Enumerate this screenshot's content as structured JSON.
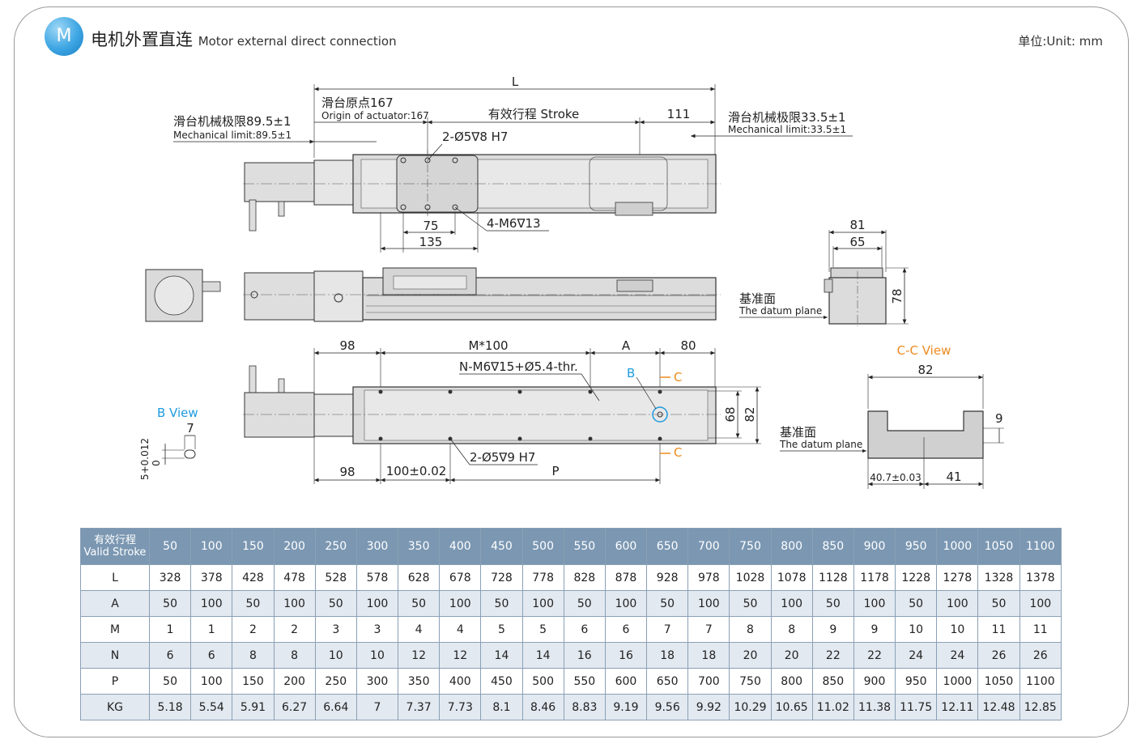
{
  "header": {
    "badge": "M",
    "title_cn": "电机外置直连",
    "title_en": "Motor external direct connection",
    "unit": "单位:Unit: mm"
  },
  "drawing": {
    "L": "L",
    "origin_cn": "滑台原点167",
    "origin_en": "Origin of actuator:167",
    "mech_left_cn": "滑台机械极限89.5±1",
    "mech_left_en": "Mechanical limit:89.5±1",
    "mech_right_cn": "滑台机械极限33.5±1",
    "mech_right_en": "Mechanical limit:33.5±1",
    "stroke": "有效行程 Stroke",
    "dim_111": "111",
    "pin_top": "2-Ø5∇8 H7",
    "dim_75": "75",
    "dim_135": "135",
    "m6_13": "4-M6∇13",
    "dim_81": "81",
    "dim_65": "65",
    "dim_78": "78",
    "datum_cn": "基准面",
    "datum_en": "The datum plane",
    "dim_98": "98",
    "m100": "M*100",
    "dim_A": "A",
    "dim_80": "80",
    "nm6": "N-M6∇15+Ø5.4-thr.",
    "B": "B",
    "C": "C",
    "dim_68": "68",
    "dim_82": "82",
    "b_view": "B View",
    "dim_7": "7",
    "tol_5": "5+0.012",
    "tol_0": "0",
    "pin_bot": "2-Ø5∇9 H7",
    "dim_100": "100±0.02",
    "P": "P",
    "cc_view": "C-C View",
    "dim_9": "9",
    "dim_407": "40.7±0.03",
    "dim_41": "41"
  },
  "table": {
    "header_cn": "有效行程",
    "header_en": "Valid Stroke",
    "strokes": [
      "50",
      "100",
      "150",
      "200",
      "250",
      "300",
      "350",
      "400",
      "450",
      "500",
      "550",
      "600",
      "650",
      "700",
      "750",
      "800",
      "850",
      "900",
      "950",
      "1000",
      "1050",
      "1100"
    ],
    "rows": [
      {
        "label": "L",
        "values": [
          "328",
          "378",
          "428",
          "478",
          "528",
          "578",
          "628",
          "678",
          "728",
          "778",
          "828",
          "878",
          "928",
          "978",
          "1028",
          "1078",
          "1128",
          "1178",
          "1228",
          "1278",
          "1328",
          "1378"
        ]
      },
      {
        "label": "A",
        "values": [
          "50",
          "100",
          "50",
          "100",
          "50",
          "100",
          "50",
          "100",
          "50",
          "100",
          "50",
          "100",
          "50",
          "100",
          "50",
          "100",
          "50",
          "100",
          "50",
          "100",
          "50",
          "100"
        ]
      },
      {
        "label": "M",
        "values": [
          "1",
          "1",
          "2",
          "2",
          "3",
          "3",
          "4",
          "4",
          "5",
          "5",
          "6",
          "6",
          "7",
          "7",
          "8",
          "8",
          "9",
          "9",
          "10",
          "10",
          "11",
          "11"
        ]
      },
      {
        "label": "N",
        "values": [
          "6",
          "6",
          "8",
          "8",
          "10",
          "10",
          "12",
          "12",
          "14",
          "14",
          "16",
          "16",
          "18",
          "18",
          "20",
          "20",
          "22",
          "22",
          "24",
          "24",
          "26",
          "26"
        ]
      },
      {
        "label": "P",
        "values": [
          "50",
          "100",
          "150",
          "200",
          "250",
          "300",
          "350",
          "400",
          "450",
          "500",
          "550",
          "600",
          "650",
          "700",
          "750",
          "800",
          "850",
          "900",
          "950",
          "1000",
          "1050",
          "1100"
        ]
      },
      {
        "label": "KG",
        "values": [
          "5.18",
          "5.54",
          "5.91",
          "6.27",
          "6.64",
          "7",
          "7.37",
          "7.73",
          "8.1",
          "8.46",
          "8.83",
          "9.19",
          "9.56",
          "9.92",
          "10.29",
          "10.65",
          "11.02",
          "11.38",
          "11.75",
          "12.11",
          "12.48",
          "12.85"
        ]
      }
    ]
  }
}
